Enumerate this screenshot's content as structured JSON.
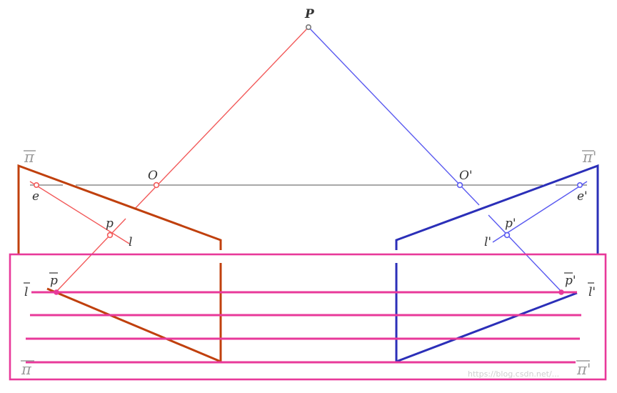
{
  "labels": {
    "P": "P",
    "O": "O",
    "O_prime": "O'",
    "pi": "π",
    "pi_prime": "π'",
    "e": "e",
    "e_prime": "e'",
    "p": "p",
    "p_prime": "p'",
    "l": "l",
    "l_prime": "l'",
    "l_bar": "l",
    "l_bar_prime": "l'",
    "p_bar": "p",
    "p_bar_prime": "p'",
    "pi_bar": "π",
    "pi_bar_prime": "π'"
  },
  "watermark": "https://blog.csdn.net/...",
  "colors": {
    "left_ray": "#f25a5a",
    "right_ray": "#5a5af0",
    "left_plane": "#c0400d",
    "right_plane": "#2b2fb8",
    "rectified": "#e8399a",
    "baseline": "#8c8c8c",
    "label": "#333333"
  }
}
